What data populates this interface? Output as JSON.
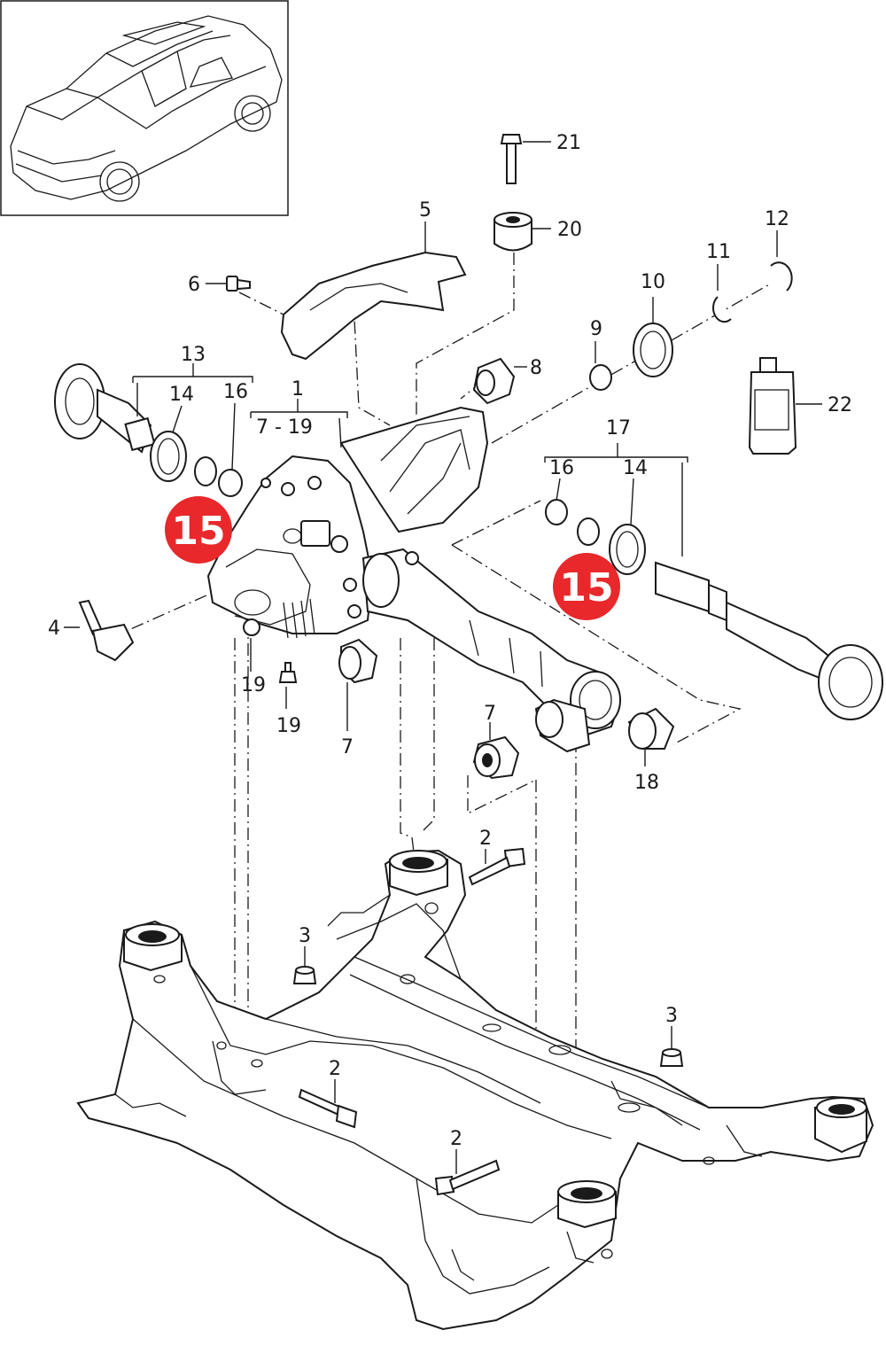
{
  "colors": {
    "line": "#1a1a1a",
    "badge": "#e8282b",
    "badge_text": "#ffffff",
    "background": "#ffffff"
  },
  "callouts": {
    "c1": "1",
    "c1_range": "7 - 19",
    "c2a": "2",
    "c2b": "2",
    "c2c": "2",
    "c3a": "3",
    "c3b": "3",
    "c4": "4",
    "c5": "5",
    "c6": "6",
    "c7a": "7",
    "c7b": "7",
    "c8": "8",
    "c9": "9",
    "c10": "10",
    "c11": "11",
    "c12": "12",
    "c13": "13",
    "c14a": "14",
    "c14b": "14",
    "c16a": "16",
    "c16b": "16",
    "c17": "17",
    "c18": "18",
    "c19a": "19",
    "c19b": "19",
    "c20": "20",
    "c21": "21",
    "c22": "22"
  },
  "highlights": {
    "h1": "15",
    "h2": "15"
  }
}
